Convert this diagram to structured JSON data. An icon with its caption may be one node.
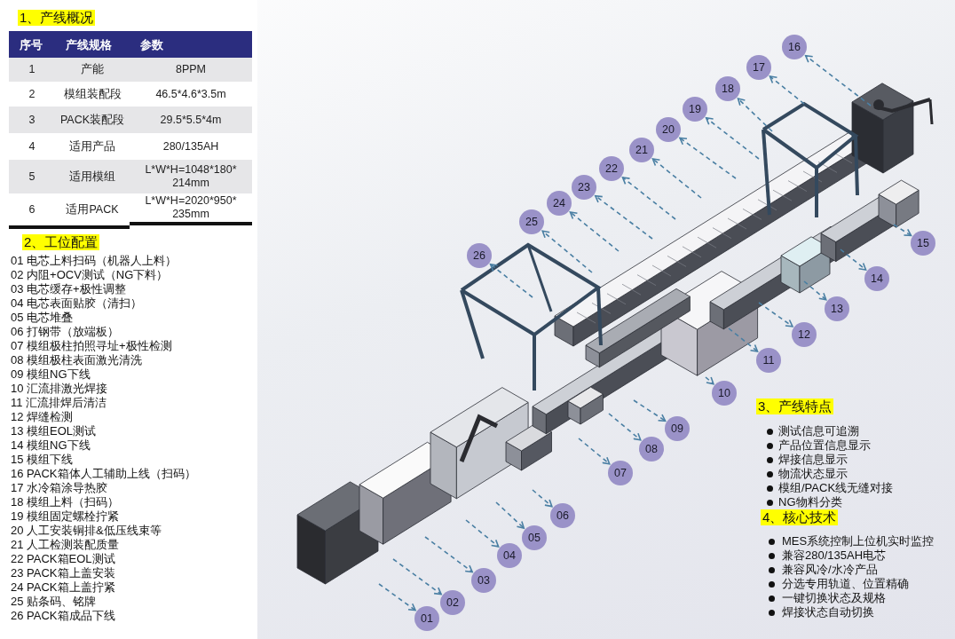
{
  "diagram": {
    "nodes": [
      {
        "text": [
          "01"
        ]
      },
      {
        "text": [
          "02"
        ]
      },
      {
        "text": [
          "03"
        ]
      },
      {
        "text": [
          "04"
        ]
      },
      {
        "text": [
          "05"
        ]
      },
      {
        "text": [
          "06"
        ]
      },
      {
        "text": [
          "07"
        ]
      },
      {
        "text": [
          "08"
        ]
      },
      {
        "text": [
          "09"
        ]
      },
      {
        "text": [
          "10"
        ]
      },
      {
        "text": [
          "11"
        ]
      },
      {
        "text": [
          "12"
        ]
      },
      {
        "text": [
          "13"
        ]
      },
      {
        "text": [
          "14"
        ]
      },
      {
        "text": [
          "15"
        ]
      },
      {
        "text": [
          "16"
        ]
      },
      {
        "text": [
          "17"
        ]
      },
      {
        "text": [
          "18"
        ]
      },
      {
        "text": [
          "19"
        ]
      },
      {
        "text": [
          "20"
        ]
      },
      {
        "text": [
          "21"
        ]
      },
      {
        "text": [
          "22"
        ]
      },
      {
        "text": [
          "23"
        ]
      },
      {
        "text": [
          "24"
        ]
      },
      {
        "text": [
          "25"
        ]
      },
      {
        "text": [
          "26"
        ]
      }
    ],
    "edges": [
      {
        "from": null,
        "to": 0,
        "arrow": "to",
        "style": "dashed"
      },
      {
        "from": null,
        "to": 1,
        "arrow": "to",
        "style": "dashed"
      },
      {
        "from": null,
        "to": 2,
        "arrow": "to",
        "style": "dashed"
      },
      {
        "from": null,
        "to": 3,
        "arrow": "to",
        "style": "dashed"
      },
      {
        "from": null,
        "to": 4,
        "arrow": "to",
        "style": "dashed"
      },
      {
        "from": null,
        "to": 5,
        "arrow": "to",
        "style": "dashed"
      },
      {
        "from": null,
        "to": 6,
        "arrow": "to",
        "style": "dashed"
      },
      {
        "from": null,
        "to": 7,
        "arrow": "to",
        "style": "dashed"
      },
      {
        "from": null,
        "to": 8,
        "arrow": "to",
        "style": "dashed"
      },
      {
        "from": null,
        "to": 9,
        "arrow": "to",
        "style": "dashed"
      },
      {
        "from": null,
        "to": 10,
        "arrow": "to",
        "style": "dashed"
      },
      {
        "from": null,
        "to": 11,
        "arrow": "to",
        "style": "dashed"
      },
      {
        "from": null,
        "to": 12,
        "arrow": "to",
        "style": "dashed"
      },
      {
        "from": null,
        "to": 13,
        "arrow": "to",
        "style": "dashed"
      },
      {
        "from": null,
        "to": 14,
        "arrow": "to",
        "style": "dashed"
      },
      {
        "from": null,
        "to": 15,
        "arrow": "to",
        "style": "dashed"
      },
      {
        "from": null,
        "to": 16,
        "arrow": "to",
        "style": "dashed"
      },
      {
        "from": null,
        "to": 17,
        "arrow": "to",
        "style": "dashed"
      },
      {
        "from": null,
        "to": 18,
        "arrow": "to",
        "style": "dashed"
      },
      {
        "from": null,
        "to": 19,
        "arrow": "to",
        "style": "dashed"
      },
      {
        "from": null,
        "to": 20,
        "arrow": "to",
        "style": "dashed"
      },
      {
        "from": null,
        "to": 21,
        "arrow": "to",
        "style": "dashed"
      },
      {
        "from": null,
        "to": 22,
        "arrow": "to",
        "style": "dashed"
      },
      {
        "from": null,
        "to": 23,
        "arrow": "to",
        "style": "dashed"
      },
      {
        "from": null,
        "to": 24,
        "arrow": "to",
        "style": "dashed"
      },
      {
        "from": null,
        "to": 25,
        "arrow": "to",
        "style": "dashed"
      }
    ],
    "labels": [
      "1、产线概况",
      "序号",
      "产线规格",
      "参数",
      "1",
      "产能",
      "8PPM",
      "2",
      "模组装配段",
      "46.5*4.6*3.5m",
      "3",
      "PACK装配段",
      "29.5*5.5*4m",
      "4",
      "适用产品",
      "280/135AH",
      "5",
      "适用模组",
      "L*W*H=1048*180*214mm",
      "6",
      "适用PACK",
      "L*W*H=2020*950*235mm",
      "2、工位配置",
      "01 电芯上料扫码（机器人上料）",
      "02 内阻+OCV测试（NG下料）",
      "03 电芯缓存+极性调整",
      "04 电芯表面贴胶（清扫）",
      "05 电芯堆叠",
      "06 打钢带（放端板）",
      "07 模组极柱拍照寻址+极性检测",
      "08 模组极柱表面激光清洗",
      "09 模组NG下线",
      "10 汇流排激光焊接",
      "11 汇流排焊后清洁",
      "12 焊缝检测",
      "13 模组EOL测试",
      "14 模组NG下线",
      "15 模组下线",
      "16 PACK箱体人工辅助上线（扫码）",
      "17 水冷箱涂导热胶",
      "18 模组上料（扫码）",
      "19 模组固定螺栓拧紧",
      "20 人工安装铜排&低压线束等",
      "21 人工检测装配质量",
      "22 PACK箱EOL测试",
      "23 PACK箱上盖安装",
      "24 PACK箱上盖拧紧",
      "25 贴条码、铭牌",
      "26 PACK箱成品下线",
      "3、产线特点",
      "测试信息可追溯",
      "产品位置信息显示",
      "焊接信息显示",
      "物流状态显示",
      "模组/PACK线无缝对接",
      "NG物料分类",
      "4、核心技术",
      "MES系统控制上位机实时监控",
      "兼容280/135AH电芯",
      "兼容风冷/水冷产品",
      "分选专用轨道、位置精确",
      "一键切换状态及规格",
      "焊接状态自动切换"
    ]
  }
}
